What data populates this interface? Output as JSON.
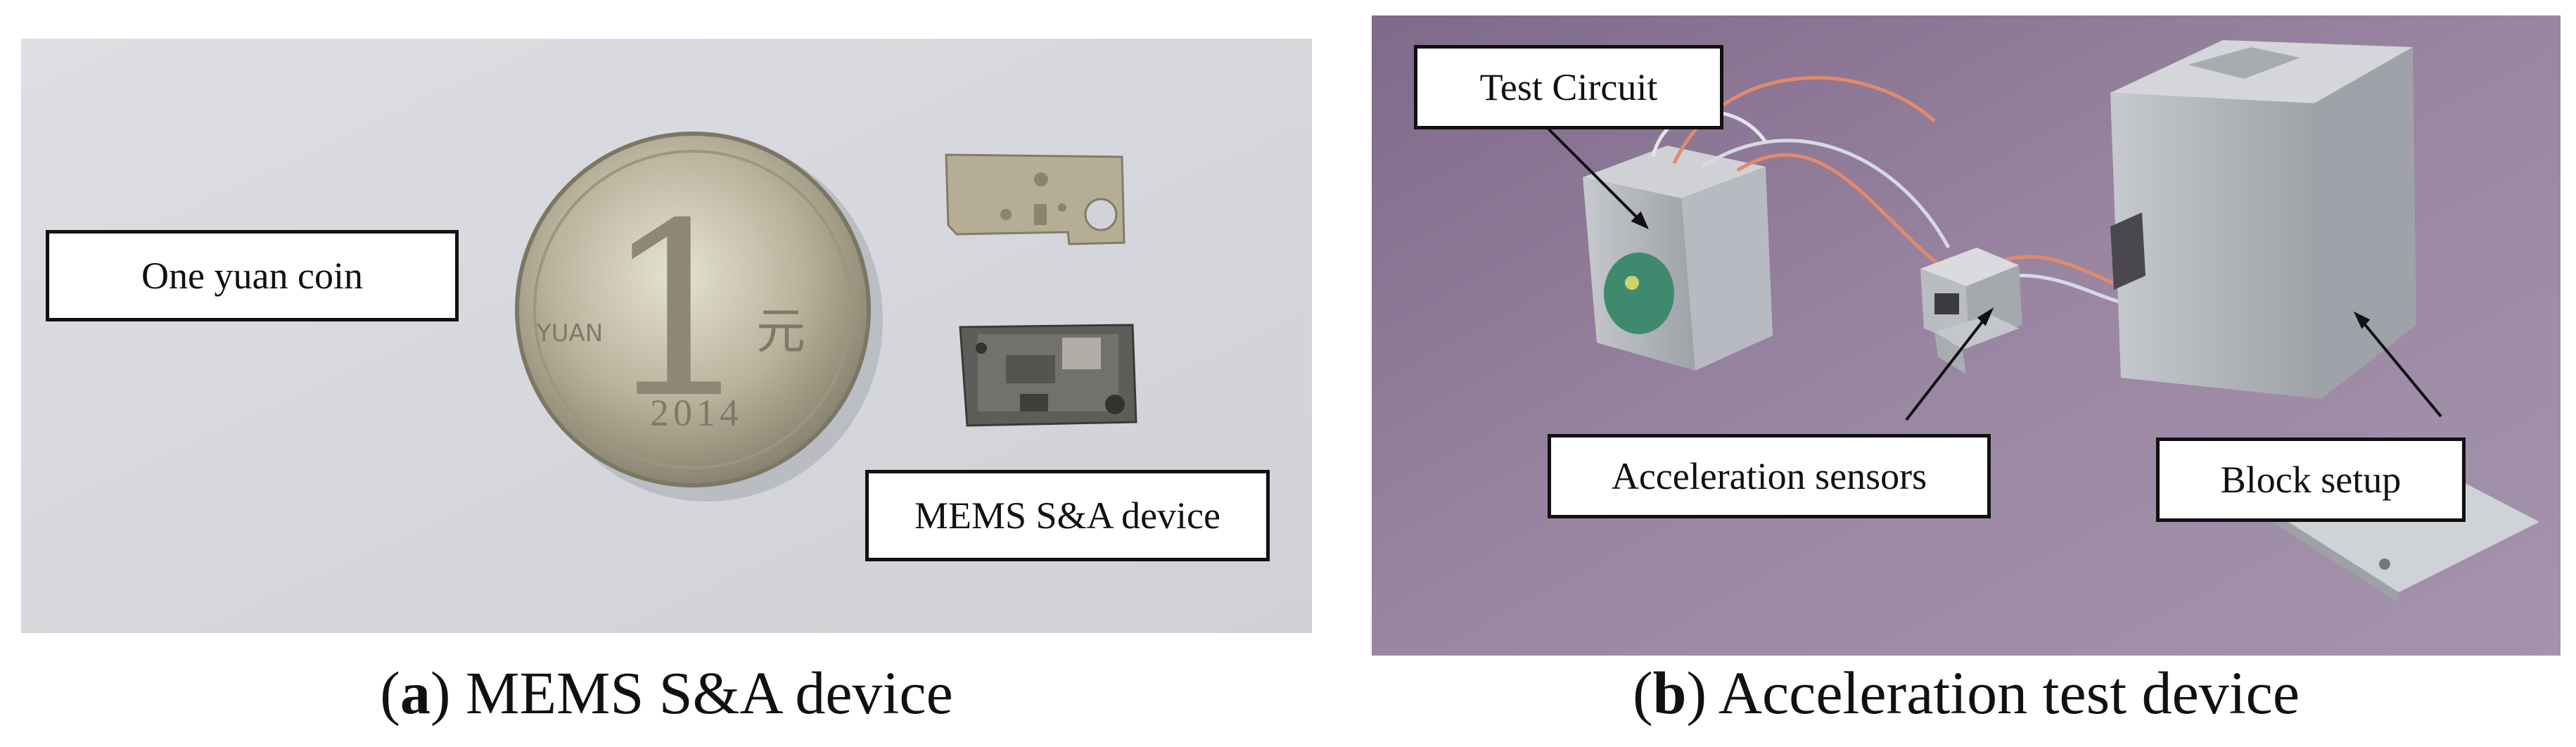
{
  "panel_a": {
    "coin_label": "One yuan coin",
    "device_label": "MEMS S&A device",
    "coin_year": "2014",
    "coin_denomination": "1",
    "coin_char": "元",
    "coin_unit": "YUAN",
    "caption_letter": "a",
    "caption_text": "MEMS S&A device"
  },
  "panel_b": {
    "label_circuit": "Test Circuit",
    "label_sensors": "Acceleration sensors",
    "label_block": "Block setup",
    "caption_letter": "b",
    "caption_text": "Acceleration test device"
  },
  "colors": {
    "panel_a_background": "#d9dbe0",
    "panel_b_background": "#8f7a98",
    "label_border": "#111111"
  }
}
